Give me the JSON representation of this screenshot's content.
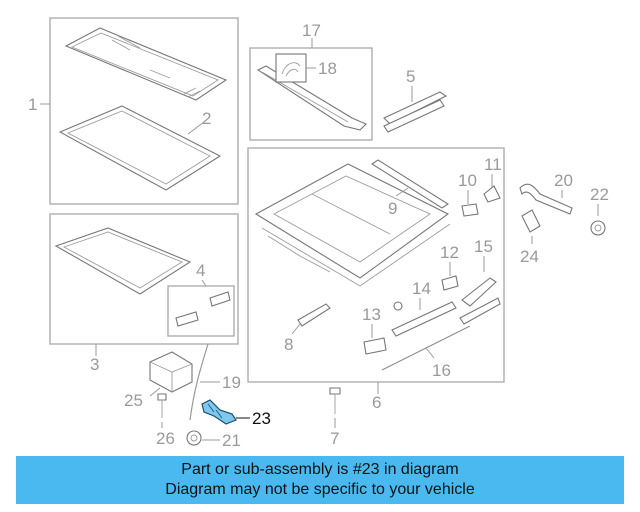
{
  "parts": {
    "p1": "1",
    "p2": "2",
    "p3": "3",
    "p4": "4",
    "p5": "5",
    "p6": "6",
    "p7": "7",
    "p8": "8",
    "p9": "9",
    "p10": "10",
    "p11": "11",
    "p12": "12",
    "p13": "13",
    "p14": "14",
    "p15": "15",
    "p16": "16",
    "p17": "17",
    "p18": "18",
    "p19": "19",
    "p20": "20",
    "p21": "21",
    "p22": "22",
    "p23": "23",
    "p24": "24",
    "p25": "25",
    "p26": "26"
  },
  "highlight_part": "23",
  "banner": {
    "line1": "Part or sub-assembly is #23 in diagram",
    "line2": "Diagram may not be specific to your vehicle"
  },
  "colors": {
    "banner_bg": "#4ab9f0",
    "highlight_part_fill": "#7ec8ee"
  }
}
